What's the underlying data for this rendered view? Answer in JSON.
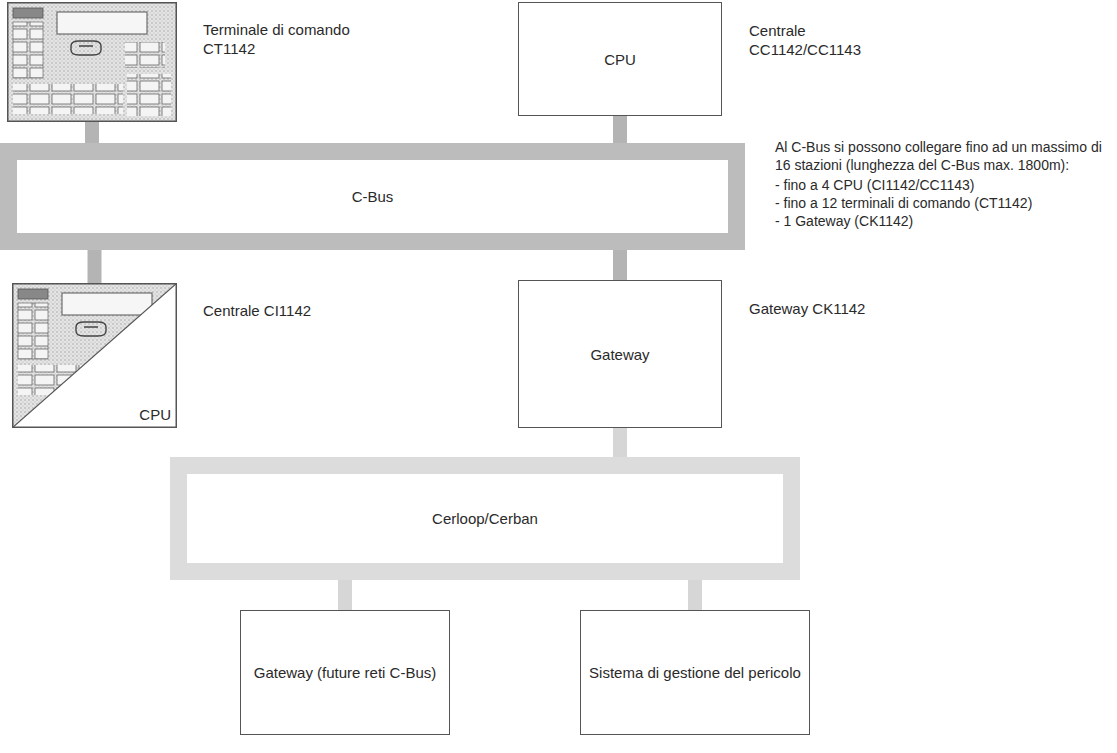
{
  "diagram": {
    "nodes": [
      {
        "text": [
          "Terminale di comando CT1142"
        ]
      },
      {
        "text": [
          "CPU",
          "Centrale CC1142/CC1143"
        ]
      },
      {
        "text": [
          "C-Bus"
        ]
      },
      {
        "text": [
          "CPU",
          "Centrale CI1142"
        ]
      },
      {
        "text": [
          "Gateway",
          "Gateway CK1142"
        ]
      },
      {
        "text": [
          "Cerloop/Cerban"
        ]
      },
      {
        "text": [
          "Gateway (future reti C-Bus)"
        ]
      },
      {
        "text": [
          "Sistema di gestione del pericolo"
        ]
      }
    ],
    "edges": [
      {
        "from": 0,
        "to": 2,
        "arrow": "none"
      },
      {
        "from": 1,
        "to": 2,
        "arrow": "none"
      },
      {
        "from": 3,
        "to": 2,
        "arrow": "none"
      },
      {
        "from": 4,
        "to": 2,
        "arrow": "none"
      },
      {
        "from": 4,
        "to": 5,
        "arrow": "none"
      },
      {
        "from": 5,
        "to": 6,
        "arrow": "none"
      },
      {
        "from": 5,
        "to": 7,
        "arrow": "none"
      }
    ],
    "labels": [
      "Al C-Bus si possono collegare fino ad un massimo di 16 stazioni (lunghezza del C-Bus max. 1800m):",
      "- fino a 4 CPU (CI1142/CC1143)",
      "- fino a 12 terminali di comando (CT1142)",
      "- 1 Gateway (CK1142)"
    ]
  }
}
